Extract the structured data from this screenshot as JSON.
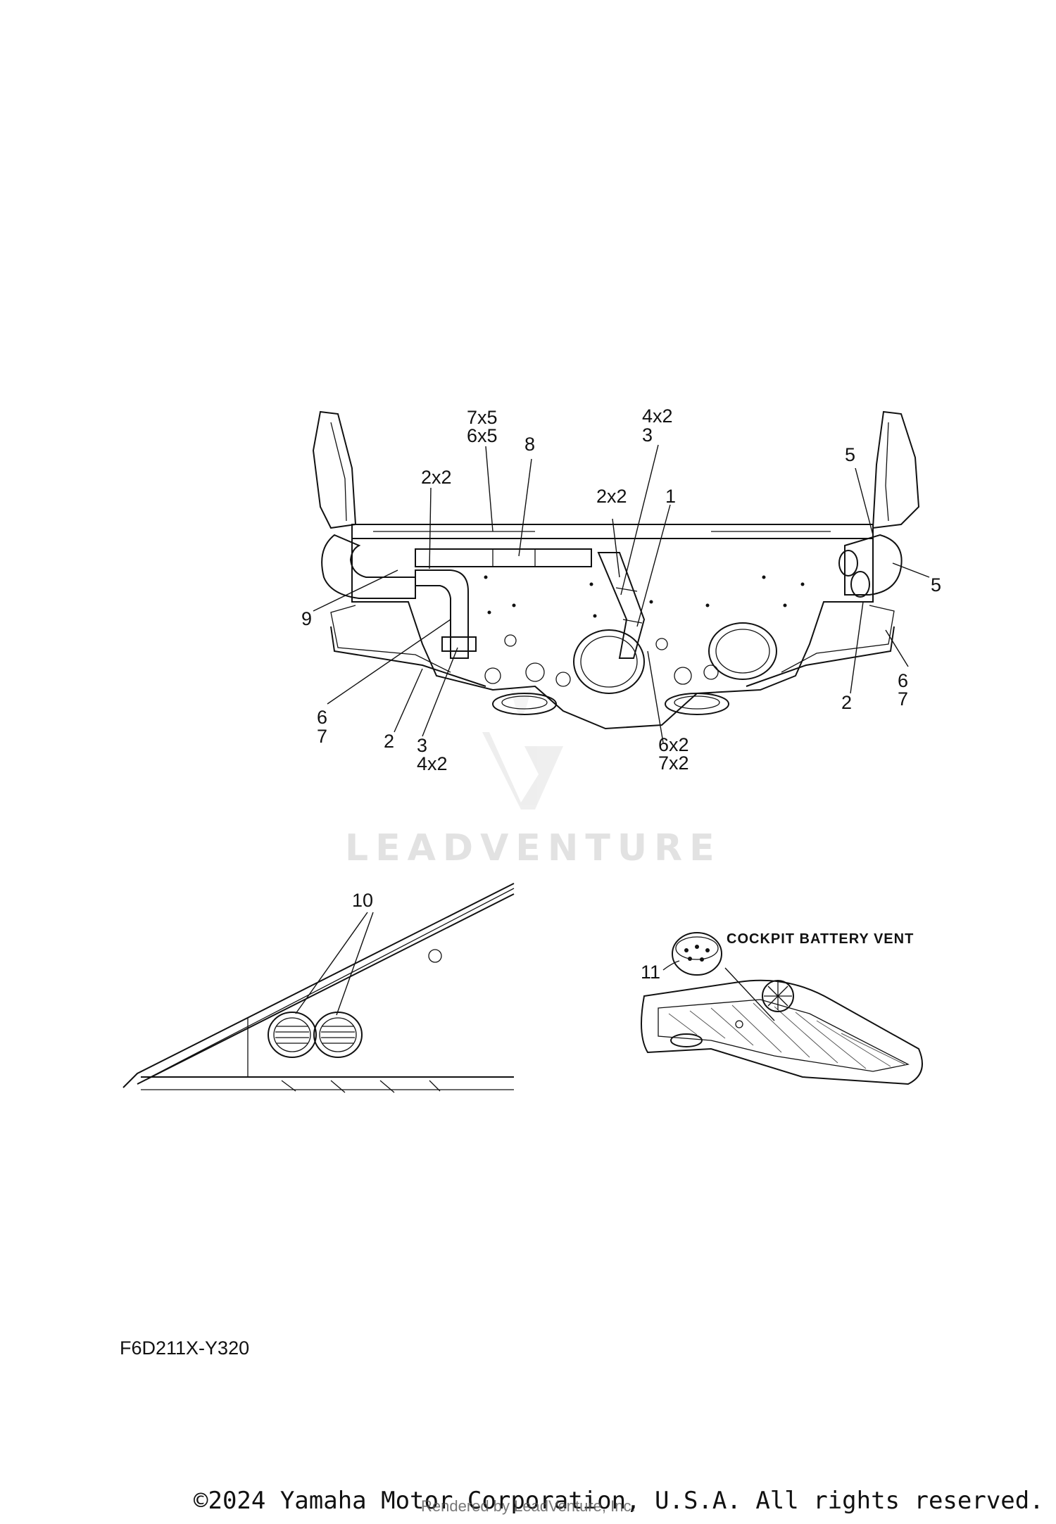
{
  "diagram_code": "F6D211X-Y320",
  "copyright": "©2024 Yamaha Motor Corporation, U.S.A. All rights reserved.",
  "rendered_by": "Rendered by LeadVenture, Inc.",
  "watermark": "LEADVENTURE",
  "vent_label": "COCKPIT BATTERY VENT",
  "callouts": {
    "c7x5": "7x5",
    "c6x5": "6x5",
    "c8": "8",
    "c4x2_top": "4x2",
    "c3_top": "3",
    "c2x2_left": "2x2",
    "c2x2_mid": "2x2",
    "c1": "1",
    "c5_top": "5",
    "c5_right": "5",
    "c9": "9",
    "c6_left": "6",
    "c7_left": "7",
    "c2_left": "2",
    "c3_bottom": "3",
    "c4x2_bottom": "4x2",
    "c6x2": "6x2",
    "c7x2": "7x2",
    "c2_right": "2",
    "c6_right": "6",
    "c7_right": "7",
    "c10": "10",
    "c11": "11"
  }
}
